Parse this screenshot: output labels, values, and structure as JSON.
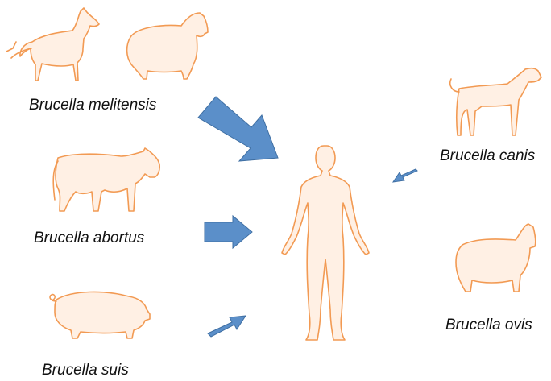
{
  "colors": {
    "animal_fill": "#fff0e4",
    "animal_stroke": "#f29a53",
    "arrow_fill": "#5b8fc9"
  },
  "labels": {
    "melitensis": "Brucella melitensis",
    "abortus": "Brucella abortus",
    "suis": "Brucella suis",
    "canis": "Brucella canis",
    "ovis": "Brucella ovis"
  },
  "icons": [
    "goat-icon",
    "sheep-icon",
    "cow-icon",
    "pig-icon",
    "dog-icon",
    "ram-icon",
    "human-icon"
  ]
}
